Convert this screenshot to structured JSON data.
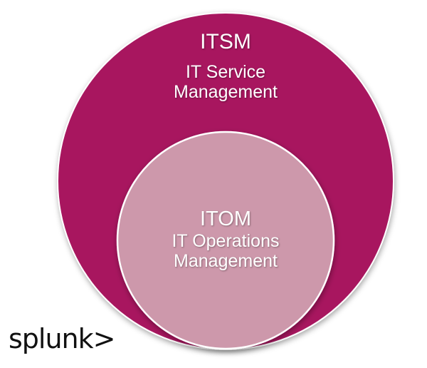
{
  "outer": {
    "title": "ITSM",
    "line1": "IT Service",
    "line2": "Management",
    "color": "#a8135f"
  },
  "inner": {
    "title": "ITOM",
    "line1": "IT Operations",
    "line2": "Management",
    "color": "#cd98ab"
  },
  "logo": {
    "text": "splunk>"
  }
}
